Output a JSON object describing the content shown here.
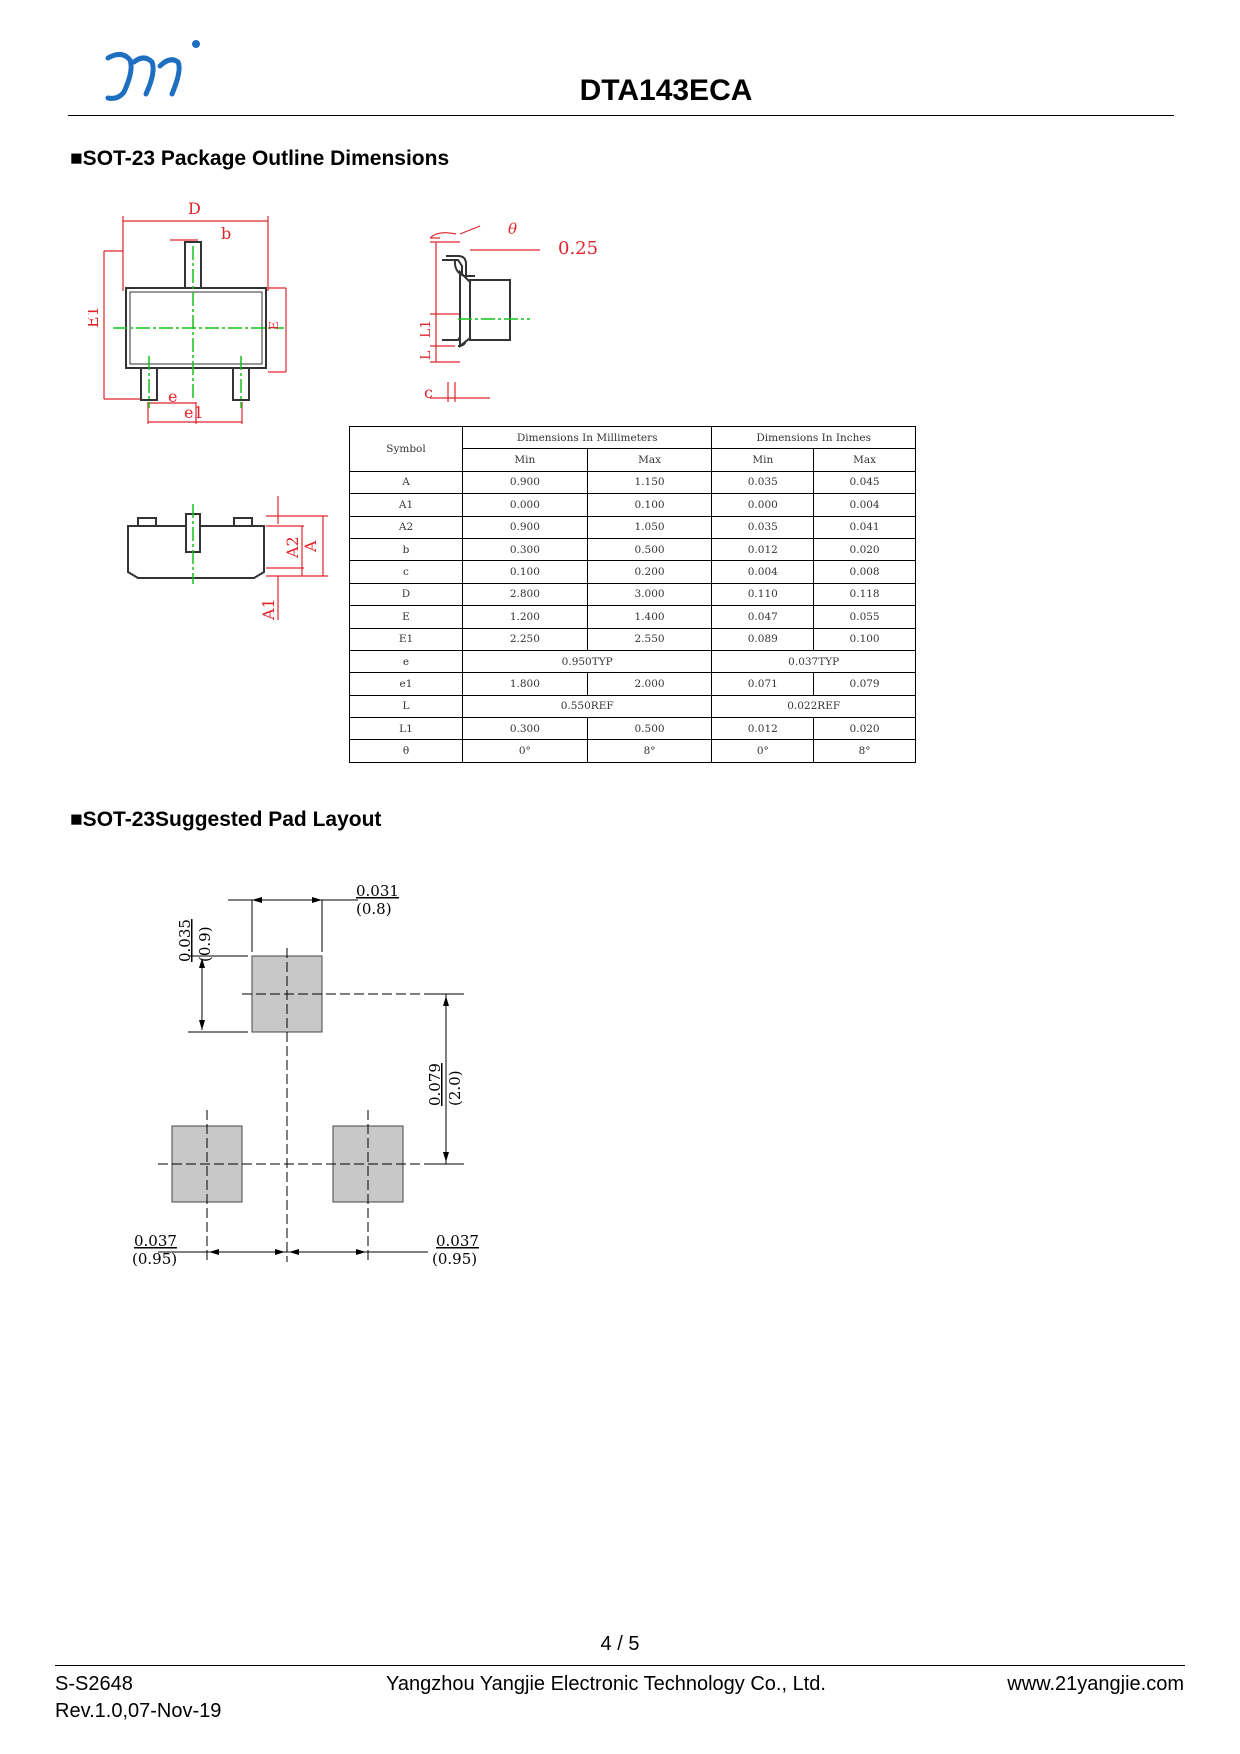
{
  "header": {
    "title": "DTA143ECA",
    "logo_text": "yj"
  },
  "sections": {
    "outline_title": "■SOT-23 Package Outline Dimensions",
    "pad_title": "■SOT-23Suggested Pad Layout"
  },
  "outline_labels": {
    "D": "D",
    "b": "b",
    "E1": "E1",
    "E": "E",
    "e": "e",
    "e1": "e1",
    "theta": "θ",
    "dim_025": "0.25",
    "L1": "L1",
    "L": "L",
    "c": "c",
    "A": "A",
    "A2": "A2",
    "A1": "A1"
  },
  "table": {
    "head_symbol": "Symbol",
    "head_mm": "Dimensions In Millimeters",
    "head_in": "Dimensions In Inches",
    "min": "Min",
    "max": "Max",
    "rows": [
      [
        "A",
        "0.900",
        "1.150",
        "0.035",
        "0.045"
      ],
      [
        "A1",
        "0.000",
        "0.100",
        "0.000",
        "0.004"
      ],
      [
        "A2",
        "0.900",
        "1.050",
        "0.035",
        "0.041"
      ],
      [
        "b",
        "0.300",
        "0.500",
        "0.012",
        "0.020"
      ],
      [
        "c",
        "0.100",
        "0.200",
        "0.004",
        "0.008"
      ],
      [
        "D",
        "2.800",
        "3.000",
        "0.110",
        "0.118"
      ],
      [
        "E",
        "1.200",
        "1.400",
        "0.047",
        "0.055"
      ],
      [
        "E1",
        "2.250",
        "2.550",
        "0.089",
        "0.100"
      ],
      [
        "e",
        "0.950TYP",
        "",
        "0.037TYP",
        ""
      ],
      [
        "e1",
        "1.800",
        "2.000",
        "0.071",
        "0.079"
      ],
      [
        "L",
        "0.550REF",
        "",
        "0.022REF",
        ""
      ],
      [
        "L1",
        "0.300",
        "0.500",
        "0.012",
        "0.020"
      ],
      [
        "θ",
        "0°",
        "8°",
        "0°",
        "8°"
      ]
    ]
  },
  "pad_layout": {
    "w_in": "0.035",
    "w_mm": "(0.9)",
    "top_in": "0.031",
    "top_mm": "(0.8)",
    "pitch_in": "0.079",
    "pitch_mm": "(2.0)",
    "left_in": "0.037",
    "left_mm": "(0.95)",
    "right_in": "0.037",
    "right_mm": "(0.95)"
  },
  "colors": {
    "outline": "#e0242c",
    "centerline": "#12c31c",
    "pad": "#c8c8c8",
    "logo": "#1f6fc0"
  },
  "footer": {
    "page": "4 / 5",
    "code": "S-S2648",
    "rev": "Rev.1.0,07-Nov-19",
    "company": "Yangzhou Yangjie Electronic Technology Co., Ltd.",
    "website": "www.21yangjie.com"
  }
}
